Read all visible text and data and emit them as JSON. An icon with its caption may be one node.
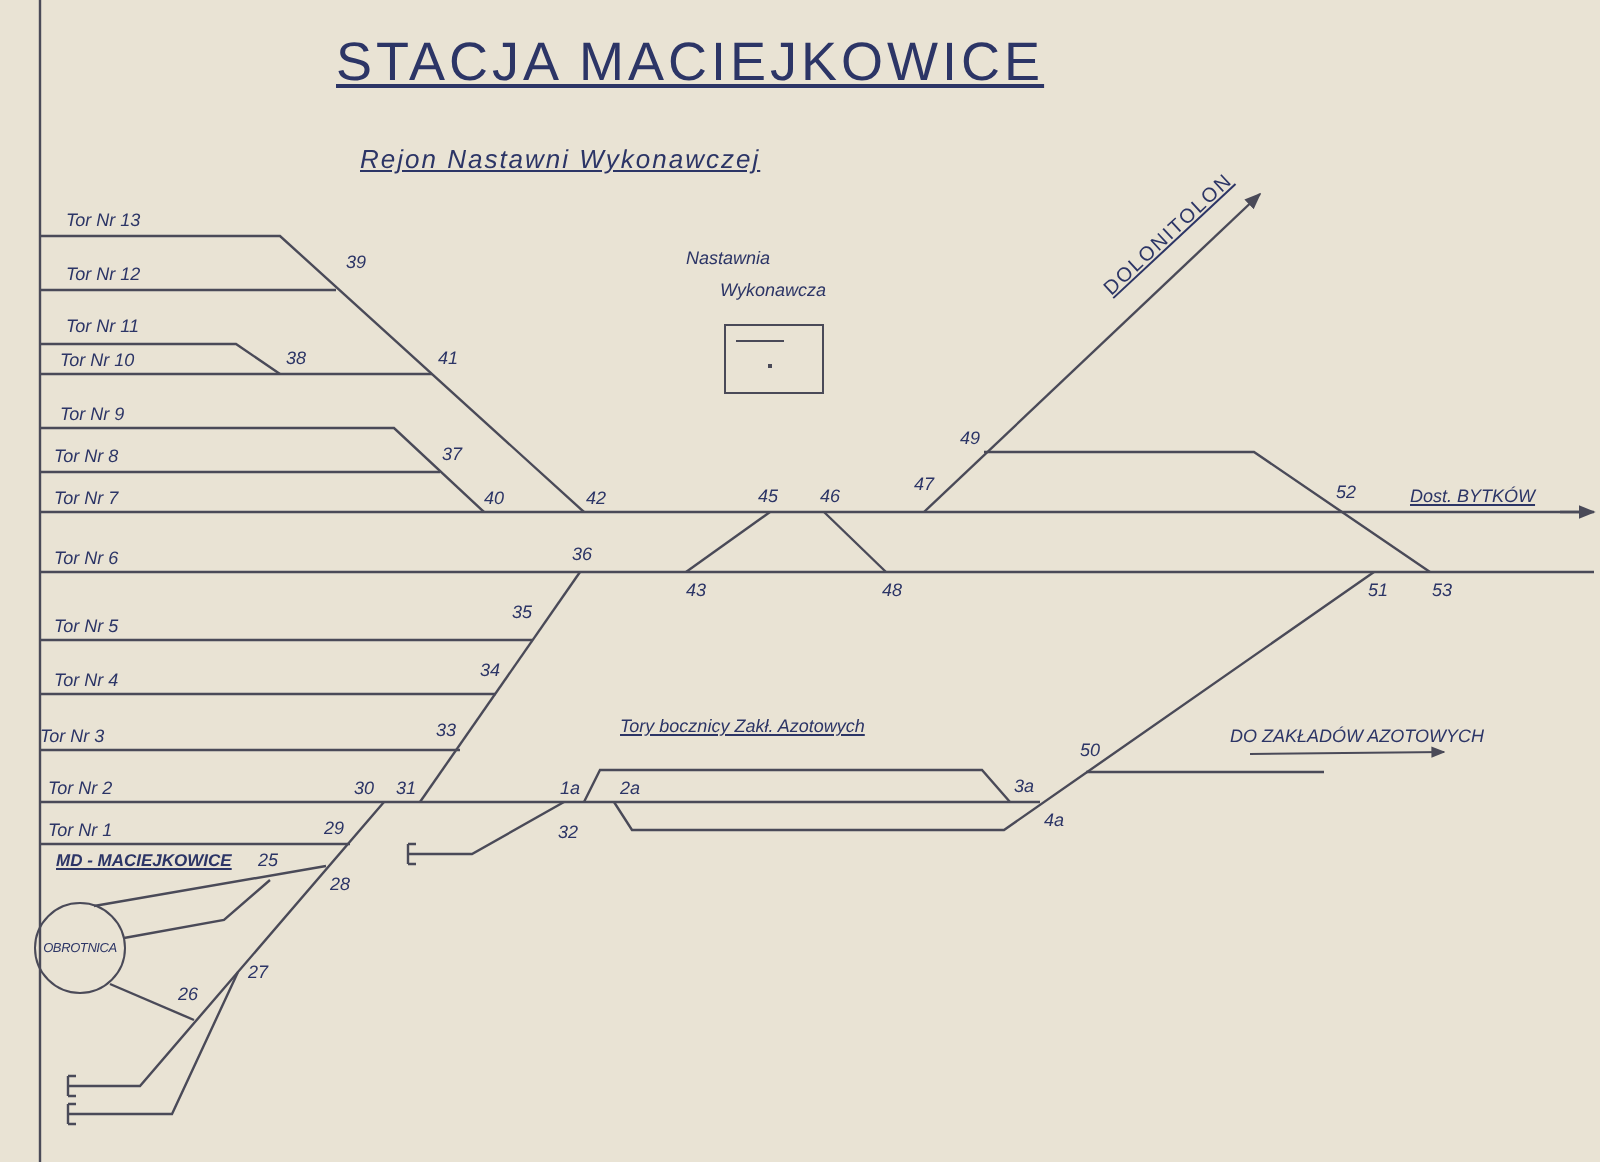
{
  "diagram": {
    "title": "STACJA MACIEJKOWICE",
    "nodes": [
      {
        "text": [
          "Nastawnia Wykonawcza"
        ]
      },
      {
        "text": [
          "OBROTNICA"
        ]
      }
    ],
    "labels": [
      "Rejon Nastawni Wykonawczej",
      "DOLONITOLON",
      "Tor Nr 13",
      "39",
      "Tor Nr 12",
      "Tor Nr 11",
      "Tor Nr 10",
      "38",
      "41",
      "Tor Nr 9",
      "Tor Nr 8",
      "37",
      "Tor Nr 7",
      "40",
      "42",
      "45",
      "46",
      "47",
      "49",
      "52",
      "Dost. BYTKÓW",
      "Tor Nr 6",
      "36",
      "43",
      "48",
      "51",
      "53",
      "Tor Nr 5",
      "35",
      "Tor Nr 4",
      "34",
      "Tor Nr 3",
      "33",
      "Tory bocznicy Zakł. Azotowych",
      "50",
      "DO ZAKŁADÓW AZOTOWYCH",
      "Tor Nr 2",
      "30",
      "31",
      "1a",
      "2a",
      "3a",
      "4a",
      "Tor Nr 1",
      "29",
      "32",
      "MD - MACIEJKOWICE",
      "25",
      "28",
      "27",
      "26"
    ]
  }
}
